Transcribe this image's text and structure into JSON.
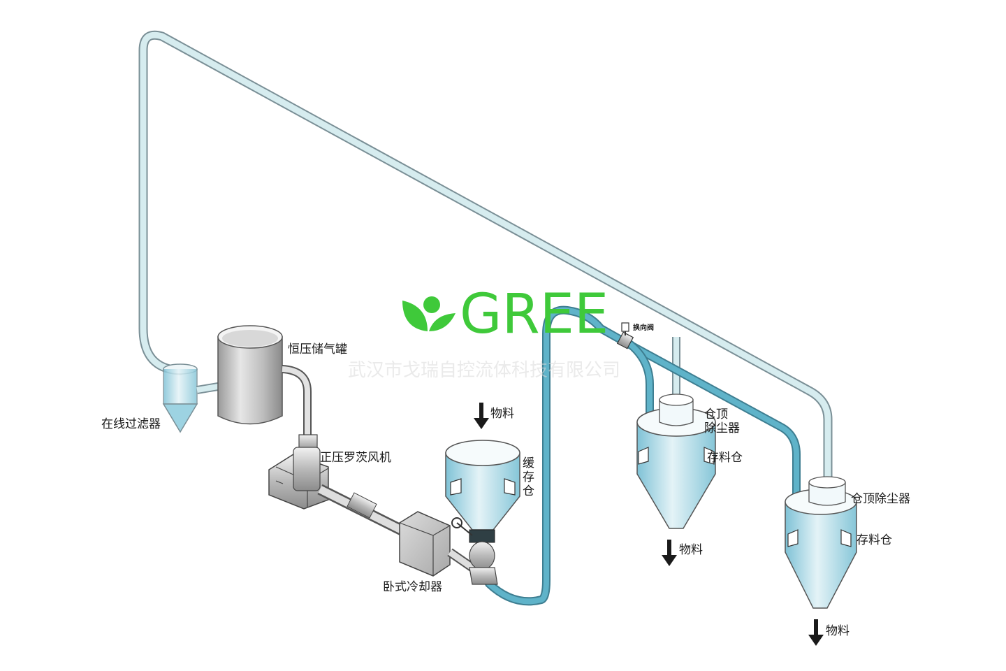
{
  "logo": {
    "text": "GREE",
    "color": "#3fc93a"
  },
  "watermark": "武汉市戈瑞自控流体科技有限公司",
  "labels": {
    "constant_pressure_tank": "恒压储气罐",
    "inline_filter": "在线过滤器",
    "roots_blower": "正压罗茨风机",
    "horizontal_cooler": "卧式冷却器",
    "material_1": "物料",
    "buffer_bin": [
      "缓",
      "存",
      "仓"
    ],
    "reversing_valve": "换向阀",
    "bin_dust_collector_1": [
      "仓顶",
      "除尘器"
    ],
    "storage_bin_1": "存料仓",
    "material_2": "物料",
    "bin_dust_collector_2": "仓顶除尘器",
    "storage_bin_2": "存料仓",
    "material_3": "物料"
  },
  "colors": {
    "pipe_light": "#d6ecef",
    "pipe_outline": "#7a8f96",
    "pipe_blue": "#5fb3c9",
    "vessel_fill": "#eef6f8",
    "vessel_liquid": "#9dd3e2",
    "metal": "#c9c9c9"
  }
}
